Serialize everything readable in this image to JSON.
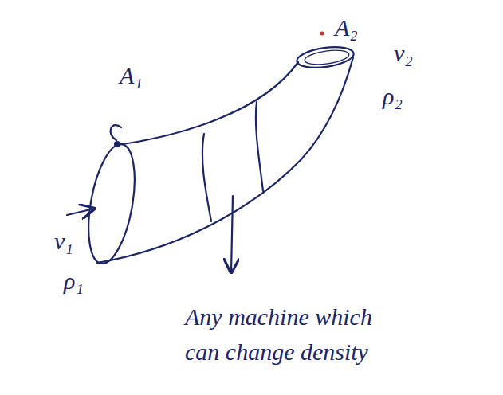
{
  "diagram": {
    "labels": [
      "A₁",
      "v₁",
      "ρ₁",
      "A₂",
      "v₂",
      "ρ₂",
      "Any machine which can change density"
    ]
  }
}
